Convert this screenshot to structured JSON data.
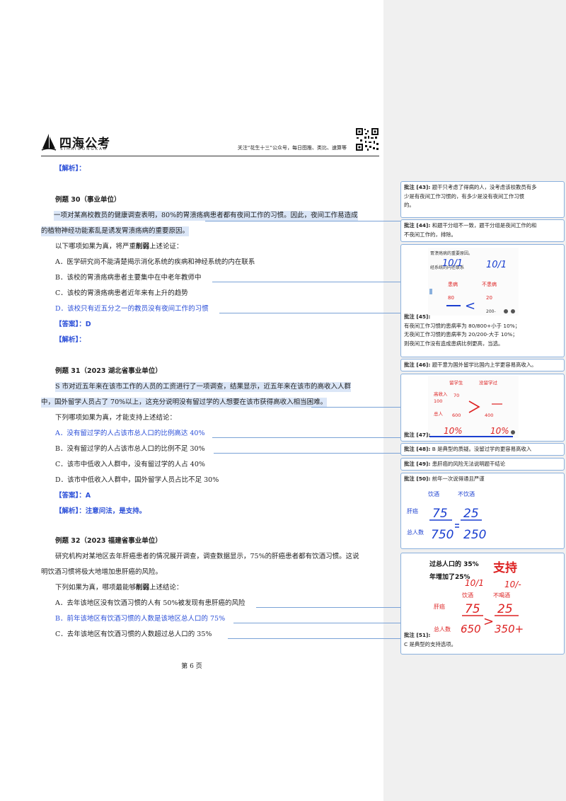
{
  "header": {
    "logo_cn": "四海公考",
    "logo_en": "SIHAIGONGKAO",
    "note": "关注“花生十三”公众号，每日图推、类比、速算等"
  },
  "body": {
    "jiexi_label_top": "【解析】：",
    "q30": {
      "title": "例题 30（事业单位）",
      "stem_1": "一项对某高校教员的健康调查表明，80%的胃溃疡病患者都有夜间工作的习惯。因此，夜间工作易造成",
      "stem_2": "的植物神经功能紊乱是诱发胃溃疡病的重要原因。",
      "prompt_a": "以下哪项如果为真，将严重",
      "prompt_b": "削弱",
      "prompt_c": "上述论证：",
      "opt_a": "A．医学研究尚不能清楚揭示消化系统的疾病和神经系统的内在联系",
      "opt_b": "B．该校的胃溃疡病患者主要集中在中老年教师中",
      "opt_c": "C．该校的胃溃疡病患者近年来有上升的趋势",
      "opt_d": "D．该校只有近五分之一的教员没有夜间工作的习惯",
      "answer": "【答案】：D",
      "analysis": "【解析】："
    },
    "q31": {
      "title": "例题 31（2023 湖北省事业单位）",
      "stem_1": "S 市对近五年来在该市工作的人员的工资进行了一项调查，结果显示，近五年来在该市的高收入人群",
      "stem_2": "中，国外留学人员占了 70%以上，这充分说明没有留过学的人想要在该市获得高收入相当困难。",
      "prompt": "下列哪项如果为真，才能支持上述结论：",
      "opt_a": "A．没有留过学的人占该市总人口的比例高达 40%",
      "opt_b": "B．没有留过学的人占该市总人口的比例不足 30%",
      "opt_c": "C．该市中低收入人群中，没有留过学的人占 40%",
      "opt_d": "D．该市中低收入人群中，国外留学人员占比不足 30%",
      "answer": "【答案】：A",
      "analysis": "【解析】：注意问法，是支持。"
    },
    "q32": {
      "title": "例题 32（2023 福建省事业单位）",
      "stem_1": "研究机构对某地区去年肝癌患者的情况展开调查，调查数据显示，75%的肝癌患者都有饮酒习惯。这说",
      "stem_2": "明饮酒习惯将极大地增加患肝癌的风险。",
      "prompt_a": "下列如果为真，哪项最能够",
      "prompt_b": "削弱",
      "prompt_c": "上述结论：",
      "opt_a": "A．去年该地区没有饮酒习惯的人有 50%被发现有患肝癌的风险",
      "opt_b": "B．前年该地区有饮酒习惯的人数是该地区总人口的 75%",
      "opt_c": "C．去年该地区有饮酒习惯的人数超过总人口的 35%"
    },
    "page_number": "第 6 页"
  },
  "comments": [
    {
      "label": "批注 [43]:",
      "text_1": "题干只考虑了得病的人，没考虑该校教员有多",
      "text_2": "少是有夜间工作习惯的，有多少是没有夜间工作习惯",
      "text_3": "的。"
    },
    {
      "label": "批注 [44]:",
      "text_1": "和题干分组不一致，题干分组是夜间工作的和",
      "text_2": "不夜间工作的，排除。"
    },
    {
      "label": "批注 [45]:",
      "text_1": "有夜间工作习惯的患病率为 80/800+小于 10%；",
      "text_2": "无夜间工作习惯的患病率为 20/200-大于 10%；",
      "text_3": "则夜间工作没有造成患病比例更高，当选。",
      "img": {
        "head_1": "胃溃疡病的重要原因。",
        "head_2": "经系统的内在联系",
        "h1": "10/1",
        "h2": "10/1",
        "c1": "患病",
        "c2": "不患病",
        "v1": "80",
        "v2": "20",
        "v3": "200-",
        "sign": "<"
      }
    },
    {
      "label": "批注 [46]:",
      "text_1": "题干意为国外留学比国内上学更容易高收入。"
    },
    {
      "label": "批注 [47]:",
      "img": {
        "col1": "留学生",
        "col2": "没留学过",
        "r1": "高收入",
        "r2": "总人",
        "v1": "70",
        "v2": "100",
        "v3": "600",
        "v4": "400",
        "b1": "10%",
        "b2": "10%"
      }
    },
    {
      "label": "批注 [48]:",
      "text_1": "B 是典型的质疑。没留过学的更容易高收入"
    },
    {
      "label": "批注 [49]:",
      "text_1": "患肝癌的风险无法说明题干结论"
    },
    {
      "label": "批注 [50]:",
      "text_1": "前年一次说得通且严谨",
      "img": {
        "c1": "饮酒",
        "c2": "不饮酒",
        "r1": "肝癌",
        "r2": "总人数",
        "v1": "75",
        "v2": "25",
        "v3": "750",
        "v4": "250"
      }
    },
    {
      "label": "批注 [51]:",
      "text_1": "C 是典型的支持选项。",
      "img": {
        "head_1": "过总人口的 35%",
        "head_2": "年增加了25%",
        "ann": "支持",
        "h1": "10/1",
        "h2": "10/-",
        "c1": "饮酒",
        "c2": "不喝酒",
        "r1": "肝癌",
        "r2": "总人数",
        "v1": "75",
        "v2": "25",
        "v3": "650",
        "v4": "350+",
        "sign": ">"
      }
    }
  ]
}
